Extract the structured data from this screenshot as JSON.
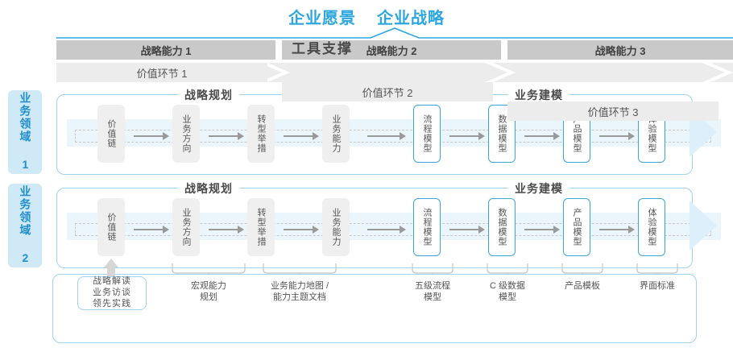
{
  "header": {
    "titles": [
      "企业愿景",
      "企业战略"
    ],
    "accent_color": "#2ca6e0"
  },
  "capabilities": [
    {
      "label": "战略能力 1"
    },
    {
      "label": "战略能力 2"
    },
    {
      "label": "战略能力 3"
    }
  ],
  "value_segments": [
    {
      "label": "价值环节 1"
    },
    {
      "label": "价值环节 2"
    },
    {
      "label": "价值环节 3"
    }
  ],
  "side_labels": [
    {
      "label": "业务领域 1"
    },
    {
      "label": "业务领域 2"
    }
  ],
  "rows": [
    {
      "section_left": "战略规划",
      "section_right": "业务建模",
      "nodes": [
        {
          "label": "价值链",
          "style": "gray"
        },
        {
          "label": "业务方向",
          "style": "gray"
        },
        {
          "label": "转型举措",
          "style": "gray"
        },
        {
          "label": "业务能力",
          "style": "gray"
        },
        {
          "label": "流程模型",
          "style": "blue"
        },
        {
          "label": "数据模型",
          "style": "blue"
        },
        {
          "label": "产品模型",
          "style": "blue"
        },
        {
          "label": "体验模型",
          "style": "blue"
        }
      ]
    },
    {
      "section_left": "战略规划",
      "section_right": "业务建模",
      "nodes": [
        {
          "label": "价值链",
          "style": "gray"
        },
        {
          "label": "业务方向",
          "style": "gray"
        },
        {
          "label": "转型举措",
          "style": "gray"
        },
        {
          "label": "业务能力",
          "style": "gray"
        },
        {
          "label": "流程模型",
          "style": "blue"
        },
        {
          "label": "数据模型",
          "style": "blue"
        },
        {
          "label": "产品模型",
          "style": "blue"
        },
        {
          "label": "体验模型",
          "style": "blue"
        }
      ]
    }
  ],
  "tools": {
    "title": "工具支撑",
    "pill_lines": [
      "战略解读",
      "业务访谈",
      "领先实践"
    ],
    "labels": [
      {
        "lines": [
          "宏观能力",
          "规划"
        ]
      },
      {
        "lines": [
          "业务能力地图 /",
          "能力主题文档"
        ]
      },
      {
        "lines": [
          "五级流程",
          "模型"
        ]
      },
      {
        "lines": [
          "C 级数据",
          "模型"
        ]
      },
      {
        "lines": [
          "产品模板"
        ]
      },
      {
        "lines": [
          "界面标准"
        ]
      }
    ]
  }
}
